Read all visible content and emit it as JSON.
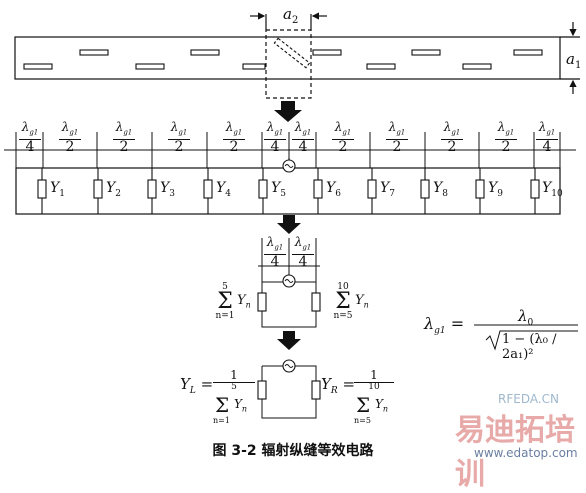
{
  "labels": {
    "a2": "a",
    "a2_sub": "2",
    "a1": "a",
    "a1_sub": "1",
    "lambda": "λ",
    "lambda_sub": "g1",
    "four": "4",
    "two": "2",
    "Y": "Y",
    "Y_subs": [
      "1",
      "2",
      "3",
      "4",
      "5",
      "6",
      "7",
      "8",
      "9",
      "10"
    ],
    "sum1_upper": "5",
    "sum1_lower": "n=1",
    "sum2_upper": "10",
    "sum2_lower": "n=5",
    "Yn": "Y",
    "n": "n",
    "YL": "Y",
    "L": "L",
    "YR": "Y",
    "R": "R",
    "one": "1",
    "eq": "=",
    "formula_left": "λ",
    "formula_left_sub": "g1",
    "formula_num": "λ",
    "formula_num_sub": "0",
    "formula_den": "1 − (λ₀ / 2a₁)²"
  },
  "caption": "图 3-2  辐射纵缝等效电路",
  "watermark": {
    "line1": "RFEDA.CN",
    "line2": "易迪拓培训",
    "line3": "www.edatop.com"
  }
}
